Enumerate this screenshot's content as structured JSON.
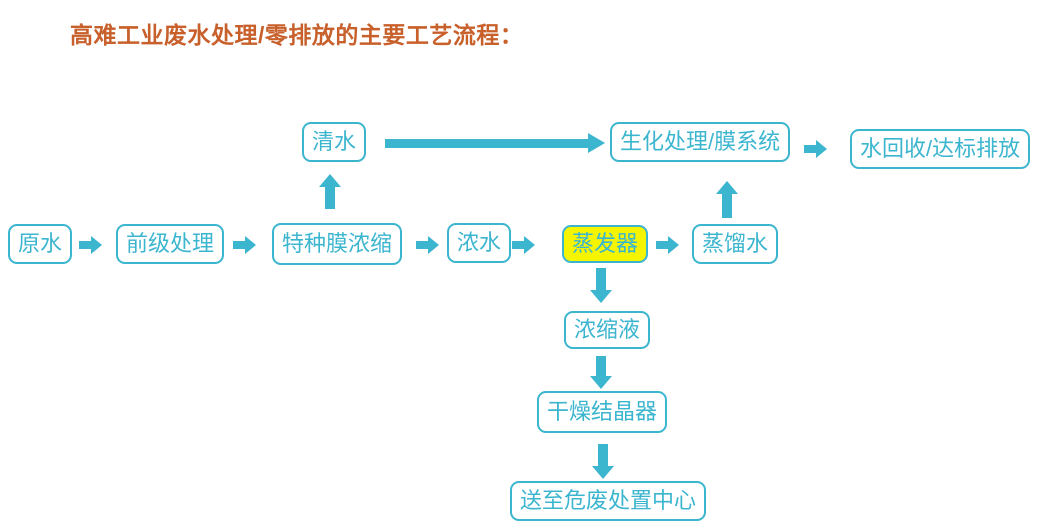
{
  "title": {
    "text": "高难工业废水处理/零排放的主要工艺流程：",
    "color": "#c8602c"
  },
  "colors": {
    "accent_cyan": "#3cb5cf",
    "highlight_yellow": "#f5f502",
    "background": "#ffffff"
  },
  "nodes": {
    "raw_water": {
      "label": "原水"
    },
    "pretreatment": {
      "label": "前级处理"
    },
    "special_membrane": {
      "label": "特种膜浓缩"
    },
    "concentrated_water": {
      "label": "浓水"
    },
    "evaporator": {
      "label": "蒸发器",
      "highlighted": true
    },
    "distilled_water": {
      "label": "蒸馏水"
    },
    "clear_water": {
      "label": "清水"
    },
    "bio_membrane_system": {
      "label": "生化处理/膜系统"
    },
    "water_recycle": {
      "label": "水回收/达标排放"
    },
    "concentrate_liquid": {
      "label": "浓缩液"
    },
    "drying_crystallizer": {
      "label": "干燥结晶器"
    },
    "hazardous_waste_center": {
      "label": "送至危废处置中心"
    }
  },
  "edges": [
    {
      "from": "raw_water",
      "to": "pretreatment",
      "direction": "right"
    },
    {
      "from": "pretreatment",
      "to": "special_membrane",
      "direction": "right"
    },
    {
      "from": "special_membrane",
      "to": "concentrated_water",
      "direction": "right"
    },
    {
      "from": "concentrated_water",
      "to": "evaporator",
      "direction": "right"
    },
    {
      "from": "evaporator",
      "to": "distilled_water",
      "direction": "right"
    },
    {
      "from": "special_membrane",
      "to": "clear_water",
      "direction": "up"
    },
    {
      "from": "clear_water",
      "to": "bio_membrane_system",
      "direction": "right"
    },
    {
      "from": "bio_membrane_system",
      "to": "water_recycle",
      "direction": "right"
    },
    {
      "from": "distilled_water",
      "to": "bio_membrane_system",
      "direction": "up"
    },
    {
      "from": "evaporator",
      "to": "concentrate_liquid",
      "direction": "down"
    },
    {
      "from": "concentrate_liquid",
      "to": "drying_crystallizer",
      "direction": "down"
    },
    {
      "from": "drying_crystallizer",
      "to": "hazardous_waste_center",
      "direction": "down"
    }
  ]
}
